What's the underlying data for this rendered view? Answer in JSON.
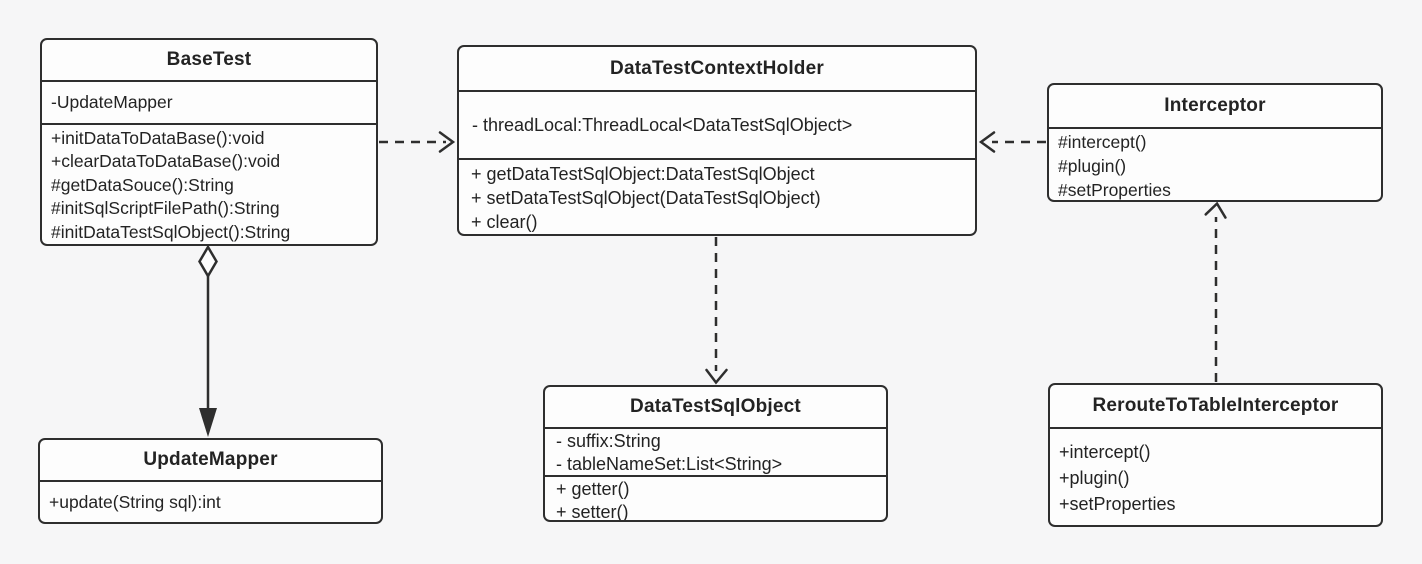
{
  "diagram": {
    "type": "uml-class-diagram",
    "background_color": "#f6f6f7",
    "node_fill_color": "#fdfdfd",
    "stroke_color": "#2e2e2e",
    "text_color": "#232323"
  },
  "classes": {
    "base_test": {
      "title": "BaseTest",
      "attributes": [
        "-UpdateMapper"
      ],
      "methods": [
        "+initDataToDataBase():void",
        "+clearDataToDataBase():void",
        "#getDataSouce():String",
        "#initSqlScriptFilePath():String",
        "#initDataTestSqlObject():String"
      ]
    },
    "data_test_context_holder": {
      "title": "DataTestContextHolder",
      "attributes": [
        "- threadLocal:ThreadLocal<DataTestSqlObject>"
      ],
      "methods": [
        "+ getDataTestSqlObject:DataTestSqlObject",
        "+ setDataTestSqlObject(DataTestSqlObject)",
        "+ clear()"
      ]
    },
    "interceptor": {
      "title": "Interceptor",
      "methods": [
        "#intercept()",
        "#plugin()",
        "#setProperties"
      ]
    },
    "update_mapper": {
      "title": "UpdateMapper",
      "methods": [
        "+update(String sql):int"
      ]
    },
    "data_test_sql_object": {
      "title": "DataTestSqlObject",
      "attributes": [
        "- suffix:String",
        "- tableNameSet:List<String>"
      ],
      "methods": [
        "+ getter()",
        "+ setter()"
      ]
    },
    "reroute_to_table_interceptor": {
      "title": "RerouteToTableInterceptor",
      "methods": [
        "+intercept()",
        "+plugin()",
        "+setProperties"
      ]
    }
  },
  "relationships": [
    {
      "from": "BaseTest",
      "to": "DataTestContextHolder",
      "type": "dependency",
      "line": "dashed",
      "head": "open-arrow"
    },
    {
      "from": "Interceptor",
      "to": "DataTestContextHolder",
      "type": "dependency",
      "line": "dashed",
      "head": "open-arrow"
    },
    {
      "from": "DataTestContextHolder",
      "to": "DataTestSqlObject",
      "type": "dependency",
      "line": "dashed",
      "head": "open-arrow"
    },
    {
      "from": "RerouteToTableInterceptor",
      "to": "Interceptor",
      "type": "dependency",
      "line": "dashed",
      "head": "open-arrow"
    },
    {
      "from": "BaseTest",
      "to": "UpdateMapper",
      "type": "aggregation",
      "line": "solid",
      "tail": "hollow-diamond",
      "head": "filled-arrow"
    }
  ]
}
